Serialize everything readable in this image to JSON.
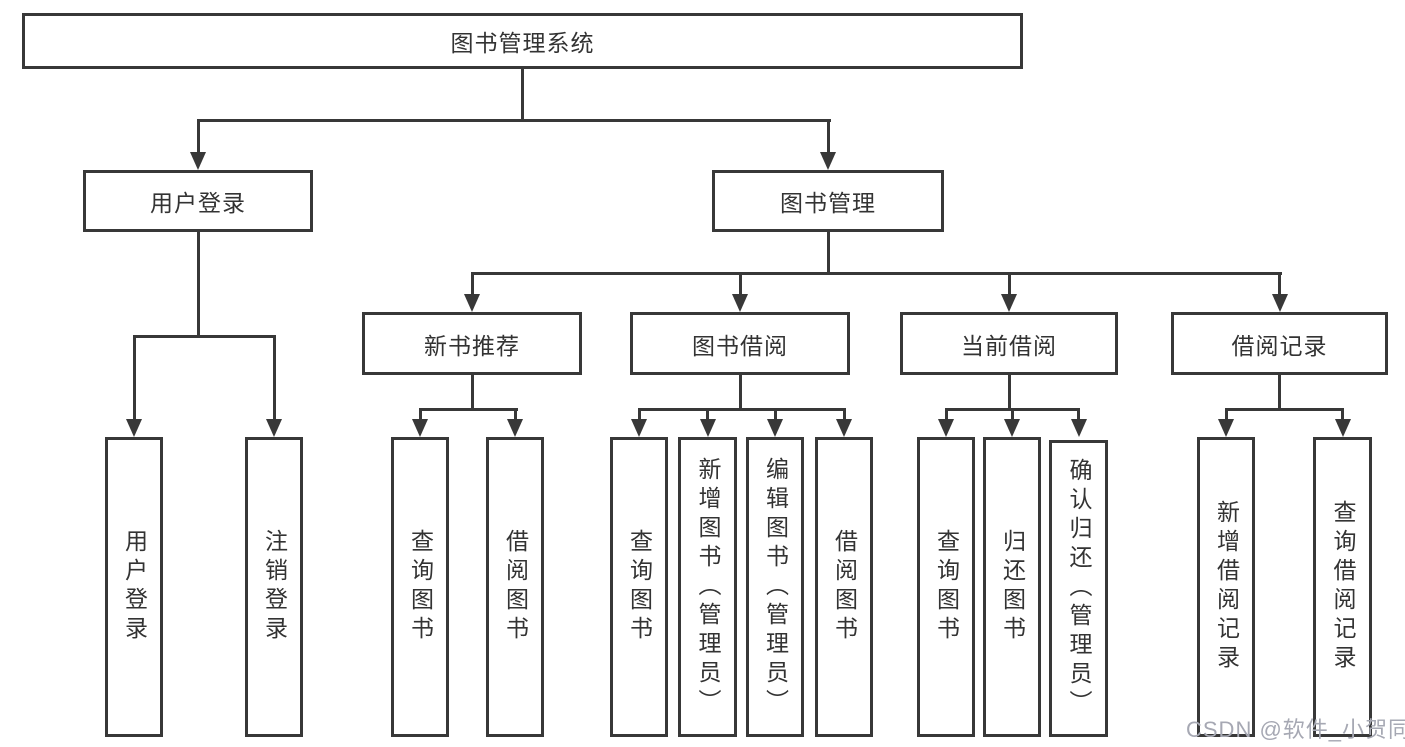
{
  "tree": {
    "root": {
      "label": "图书管理系统"
    },
    "branches": [
      {
        "label": "用户登录",
        "children": [
          {
            "label": "用户登录"
          },
          {
            "label": "注销登录"
          }
        ]
      },
      {
        "label": "图书管理",
        "children": [
          {
            "label": "新书推荐",
            "children": [
              {
                "label": "查询图书"
              },
              {
                "label": "借阅图书"
              }
            ]
          },
          {
            "label": "图书借阅",
            "children": [
              {
                "label": "查询图书"
              },
              {
                "label": "新增图书（管理员）"
              },
              {
                "label": "编辑图书（管理员）"
              },
              {
                "label": "借阅图书"
              }
            ]
          },
          {
            "label": "当前借阅",
            "children": [
              {
                "label": "查询图书"
              },
              {
                "label": "归还图书"
              },
              {
                "label": "确认归还（管理员）"
              }
            ]
          },
          {
            "label": "借阅记录",
            "children": [
              {
                "label": "新增借阅记录"
              },
              {
                "label": "查询借阅记录"
              }
            ]
          }
        ]
      }
    ]
  },
  "watermark": {
    "text": "CSDN @软件_小贺同学",
    "color": "#a6a8b3"
  },
  "colors": {
    "line": "#383838",
    "background": "#ffffff",
    "text": "#333333"
  }
}
